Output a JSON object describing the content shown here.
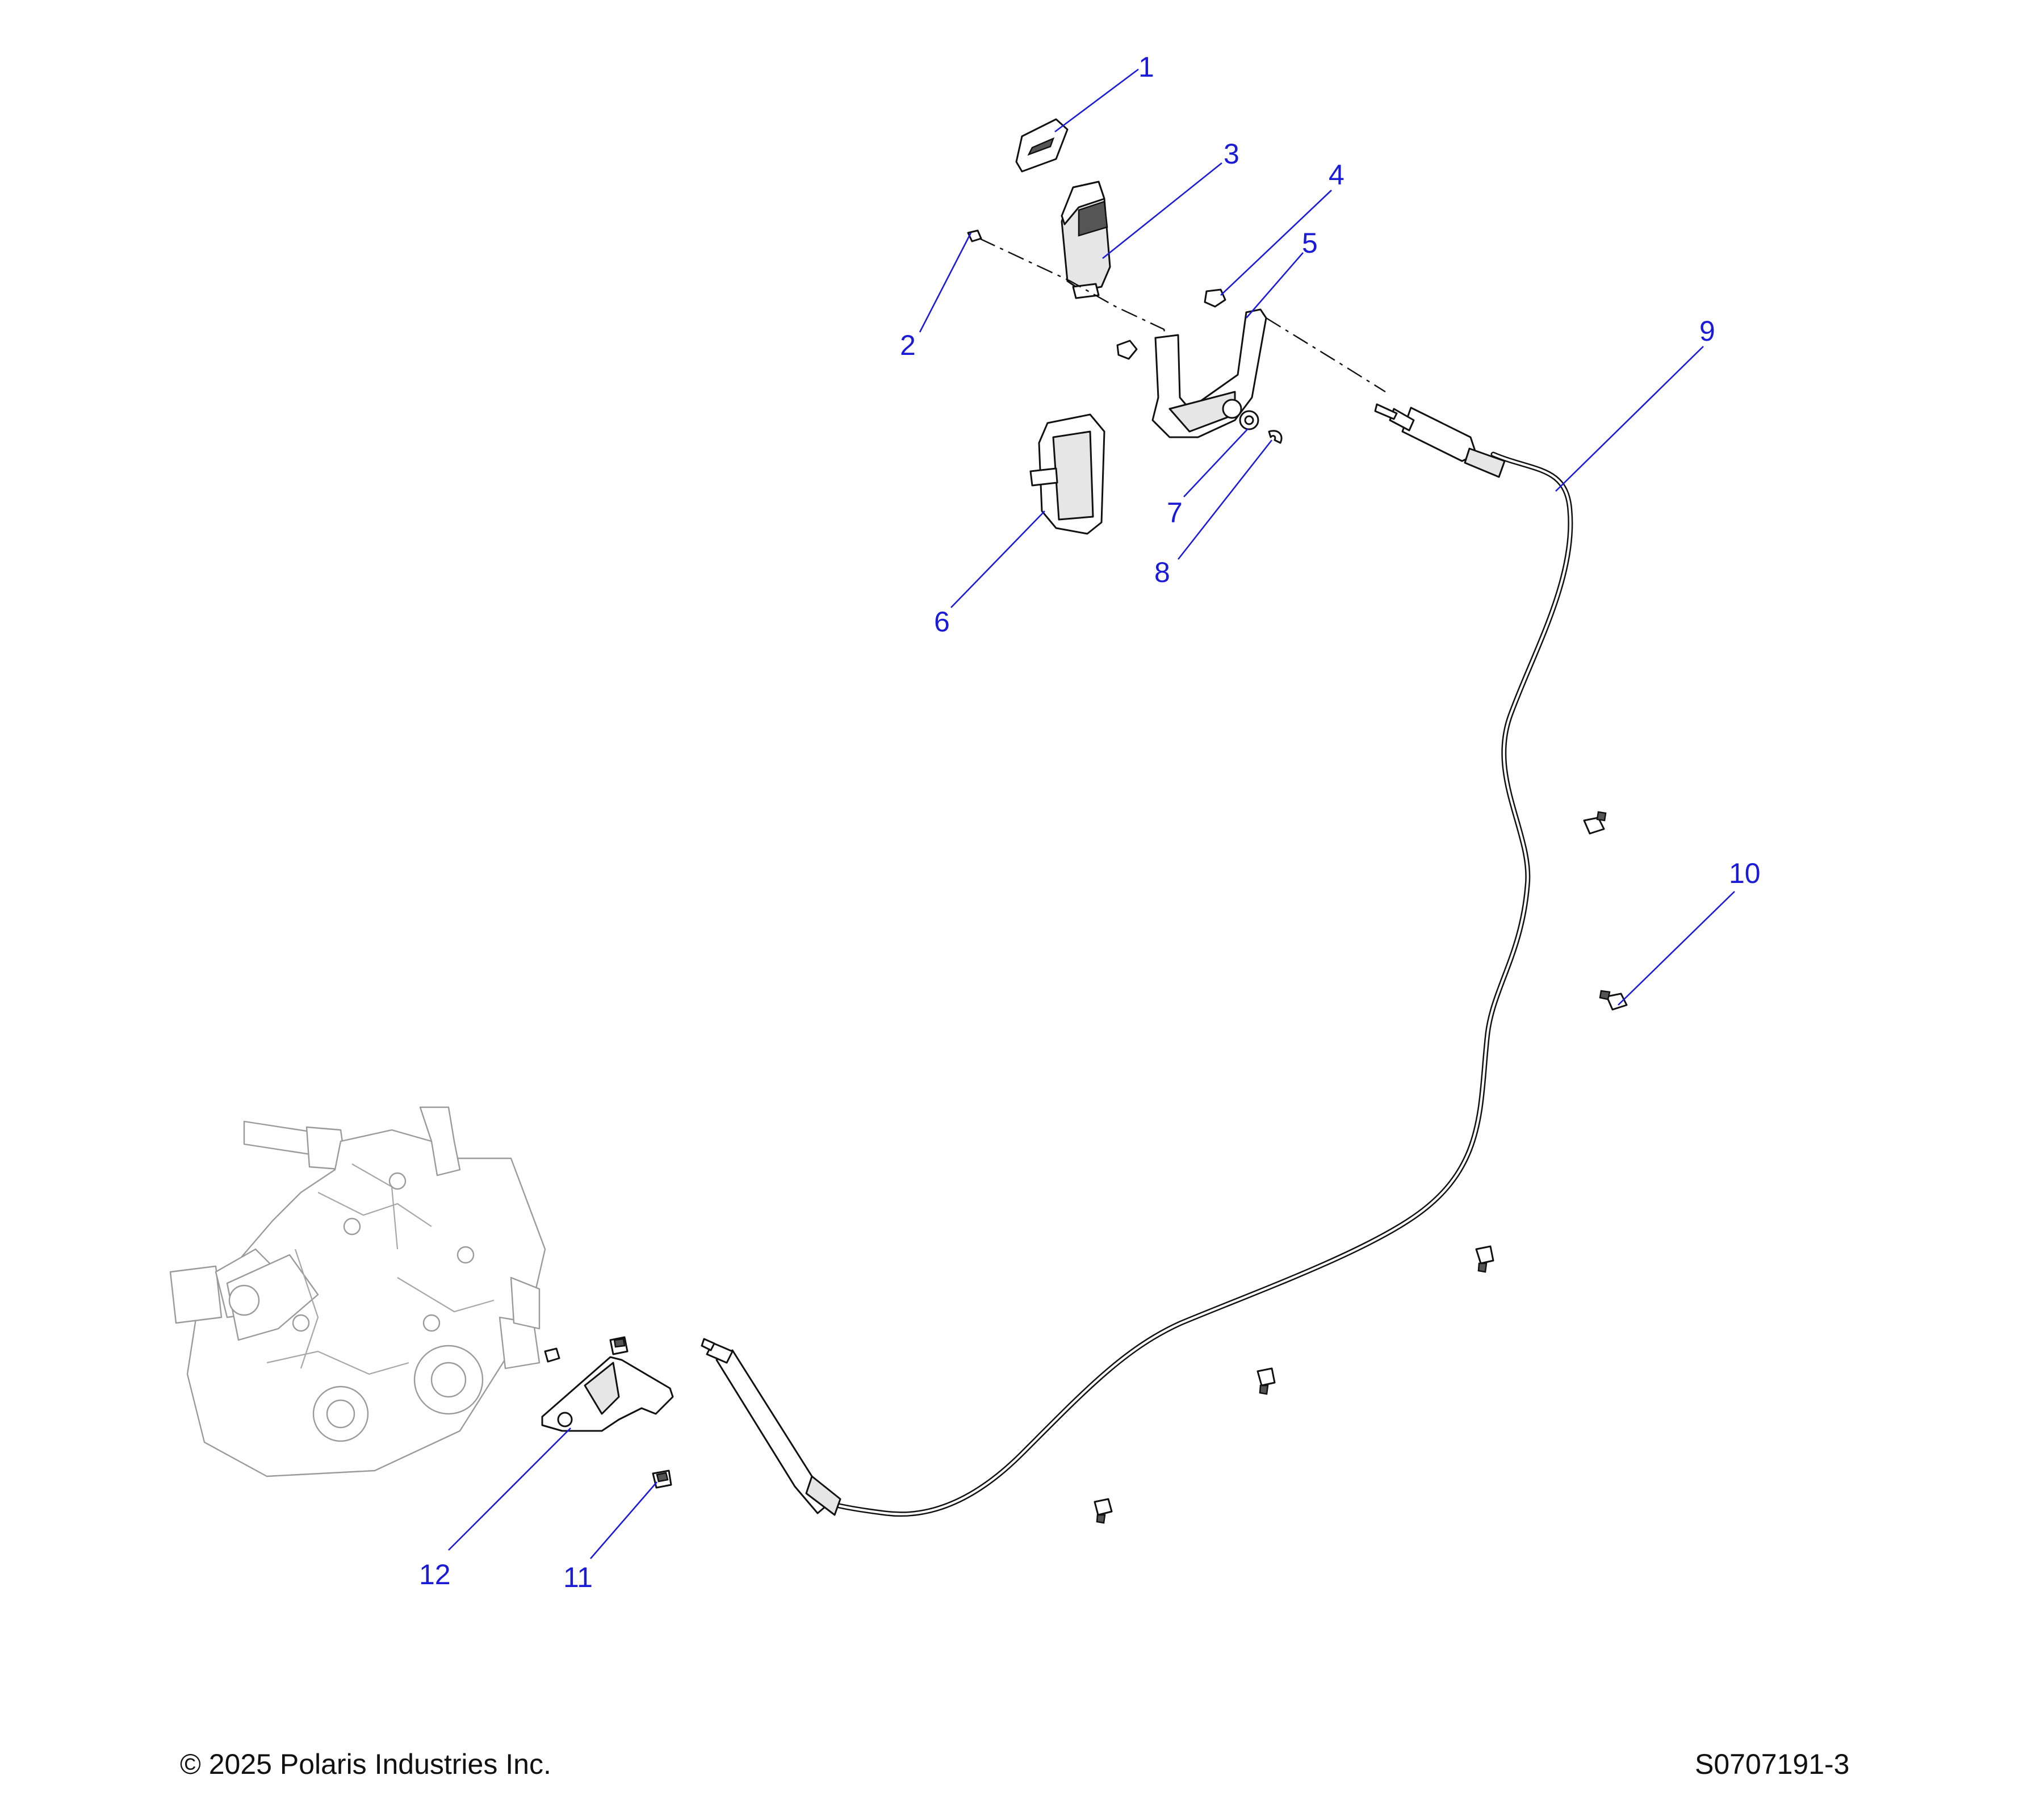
{
  "callouts": [
    {
      "id": "1"
    },
    {
      "id": "2"
    },
    {
      "id": "3"
    },
    {
      "id": "4"
    },
    {
      "id": "5"
    },
    {
      "id": "6"
    },
    {
      "id": "7"
    },
    {
      "id": "8"
    },
    {
      "id": "9"
    },
    {
      "id": "10"
    },
    {
      "id": "11"
    },
    {
      "id": "12"
    }
  ],
  "footer": {
    "copyright": "© 2025 Polaris Industries Inc.",
    "figure_id": "S0707191-3"
  },
  "colors": {
    "callout": "#1a1ad9",
    "line_art": "#111111",
    "faded_art": "#9a9a9a"
  }
}
